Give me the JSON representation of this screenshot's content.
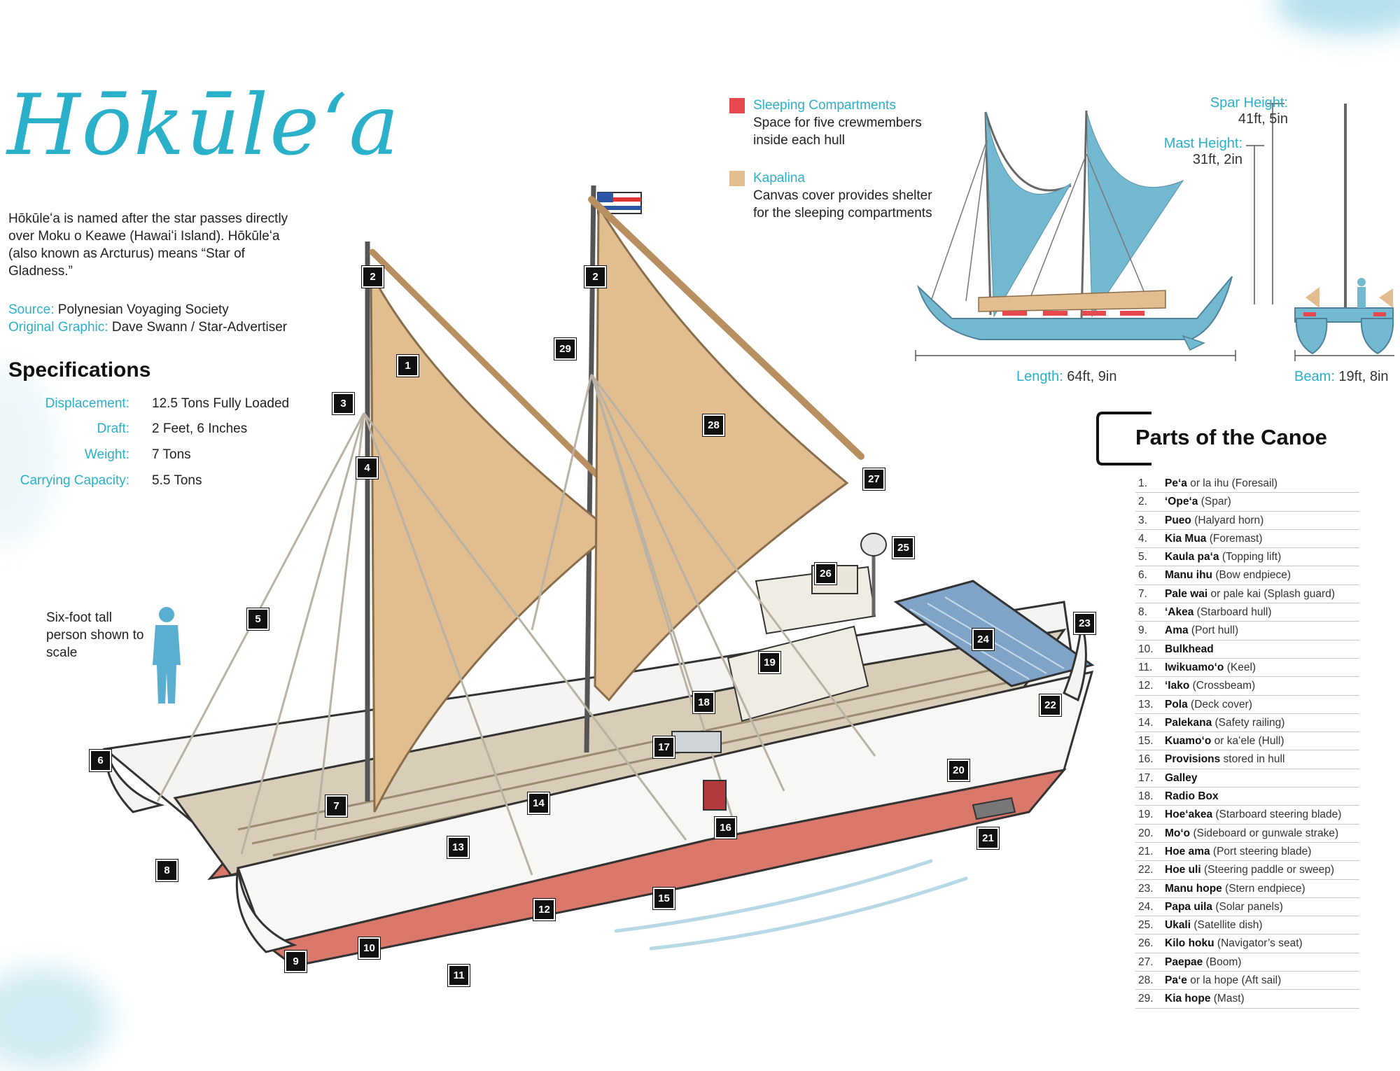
{
  "title": "Hōkūleʻa",
  "intro": "Hōkūleʻa is named after the star passes directly over Moku o Keawe (Hawaiʻi Island). Hōkūleʻa (also known as Arcturus) means “Star of Gladness.”",
  "source": {
    "label": "Source:",
    "value": "Polynesian Voyaging Society"
  },
  "original_graphic": {
    "label": "Original Graphic:",
    "value": "Dave Swann / Star-Advertiser"
  },
  "specifications": {
    "heading": "Specifications",
    "rows": [
      {
        "label": "Displacement:",
        "value": "12.5 Tons Fully Loaded"
      },
      {
        "label": "Draft:",
        "value": "2 Feet, 6 Inches"
      },
      {
        "label": "Weight:",
        "value": "7 Tons"
      },
      {
        "label": "Carrying Capacity:",
        "value": "5.5 Tons"
      }
    ]
  },
  "scale_note": "Six-foot tall person shown to scale",
  "legend": [
    {
      "name": "Sleeping Compartments",
      "desc": "Space for five crewmembers inside each hull",
      "color": "#e5484d"
    },
    {
      "name": "Kapalina",
      "desc": "Canvas cover provides shelter for the sleeping compartments",
      "color": "#e1bd8f"
    }
  ],
  "dimensions": {
    "spar_height": {
      "label": "Spar Height:",
      "value": "41ft, 5in"
    },
    "mast_height": {
      "label": "Mast Height:",
      "value": "31ft, 2in"
    },
    "length": {
      "label": "Length:",
      "value": "64ft, 9in"
    },
    "beam": {
      "label": "Beam:",
      "value": "19ft, 8in"
    }
  },
  "parts_heading": "Parts of the Canoe",
  "parts": [
    {
      "num": "1.",
      "name": "Peʻa",
      "rest": " or la ihu (Foresail)"
    },
    {
      "num": "2.",
      "name": "ʻOpeʻa",
      "rest": " (Spar)"
    },
    {
      "num": "3.",
      "name": "Pueo",
      "rest": " (Halyard horn)"
    },
    {
      "num": "4.",
      "name": "Kia Mua",
      "rest": " (Foremast)"
    },
    {
      "num": "5.",
      "name": "Kaula paʻa",
      "rest": " (Topping lift)"
    },
    {
      "num": "6.",
      "name": "Manu ihu",
      "rest": " (Bow endpiece)"
    },
    {
      "num": "7.",
      "name": "Pale wai",
      "rest": " or pale kai (Splash guard)"
    },
    {
      "num": "8.",
      "name": "ʻAkea",
      "rest": " (Starboard hull)"
    },
    {
      "num": "9.",
      "name": "Ama",
      "rest": " (Port hull)"
    },
    {
      "num": "10.",
      "name": "Bulkhead",
      "rest": ""
    },
    {
      "num": "11.",
      "name": "Iwikuamoʻo",
      "rest": " (Keel)"
    },
    {
      "num": "12.",
      "name": "ʻIako",
      "rest": " (Crossbeam)"
    },
    {
      "num": "13.",
      "name": "Pola",
      "rest": " (Deck cover)"
    },
    {
      "num": "14.",
      "name": "Palekana",
      "rest": " (Safety railing)"
    },
    {
      "num": "15.",
      "name": "Kuamoʻo",
      "rest": " or kaʻele (Hull)"
    },
    {
      "num": "16.",
      "name": "Provisions",
      "rest": " stored in hull"
    },
    {
      "num": "17.",
      "name": "Galley",
      "rest": ""
    },
    {
      "num": "18.",
      "name": "Radio Box",
      "rest": ""
    },
    {
      "num": "19.",
      "name": "Hoeʻakea",
      "rest": " (Starboard steering blade)"
    },
    {
      "num": "20.",
      "name": "Moʻo",
      "rest": " (Sideboard or gunwale strake)"
    },
    {
      "num": "21.",
      "name": "Hoe ama",
      "rest": " (Port steering blade)"
    },
    {
      "num": "22.",
      "name": "Hoe uli",
      "rest": " (Steering paddle or sweep)"
    },
    {
      "num": "23.",
      "name": "Manu hope",
      "rest": " (Stern endpiece)"
    },
    {
      "num": "24.",
      "name": "Papa uila",
      "rest": " (Solar panels)"
    },
    {
      "num": "25.",
      "name": "Ukali",
      "rest": " (Satellite dish)"
    },
    {
      "num": "26.",
      "name": "Kilo hoku",
      "rest": " (Navigator’s seat)"
    },
    {
      "num": "27.",
      "name": "Paepae",
      "rest": " (Boom)"
    },
    {
      "num": "28.",
      "name": "Paʻe",
      "rest": " or la hope (Aft sail)"
    },
    {
      "num": "29.",
      "name": "Kia hope",
      "rest": " (Mast)"
    }
  ],
  "callouts": [
    "1",
    "2",
    "2",
    "3",
    "4",
    "5",
    "6",
    "7",
    "8",
    "9",
    "10",
    "11",
    "12",
    "13",
    "14",
    "15",
    "16",
    "17",
    "18",
    "19",
    "20",
    "21",
    "22",
    "23",
    "24",
    "25",
    "26",
    "27",
    "28",
    "29"
  ],
  "colors": {
    "accent": "#2bb0c9",
    "sail": "#e1bd8f",
    "hull_red": "#d9786a",
    "profile_blue": "#74b9d2"
  }
}
